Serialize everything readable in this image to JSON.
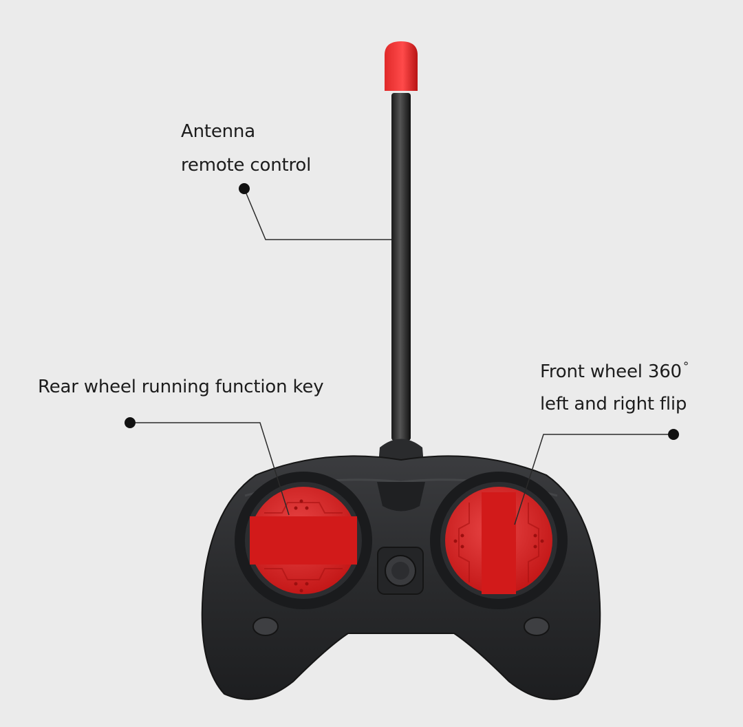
{
  "callouts": {
    "antenna": {
      "line1": "Antenna",
      "line2": "remote control"
    },
    "rear_wheel": {
      "text": "Rear wheel running function key"
    },
    "front_wheel": {
      "line1": "Front wheel 360",
      "degree_symbol": "°",
      "line2": "left and right flip"
    }
  },
  "colors": {
    "background": "#ebebeb",
    "body": "#2b2c2e",
    "accent_red": "#d41c1c",
    "text": "#1c1c1c"
  }
}
